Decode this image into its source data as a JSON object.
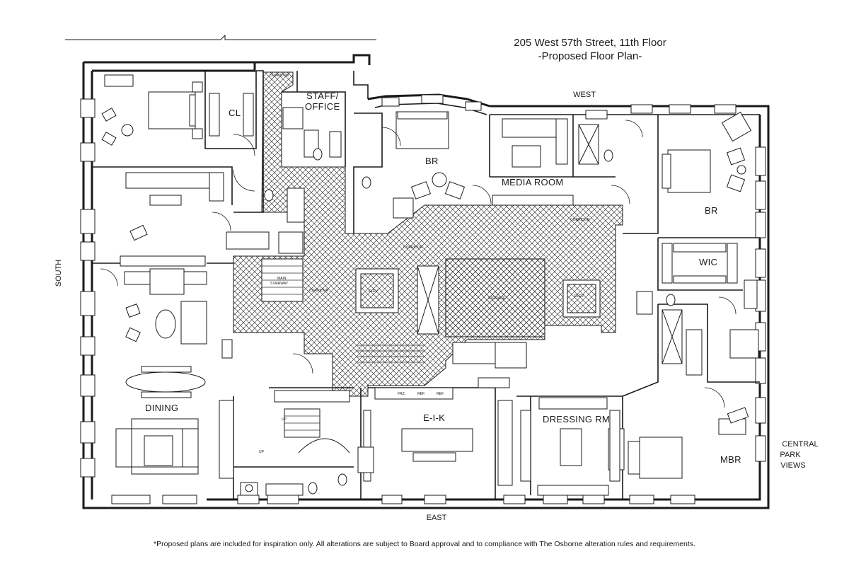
{
  "title": {
    "line1": "205 West 57th Street, 11th Floor",
    "line2": "-Proposed Floor Plan-"
  },
  "directions": {
    "west": "WEST",
    "east": "EAST",
    "south": "SOUTH",
    "views": [
      "CENTRAL",
      "PARK",
      "VIEWS"
    ]
  },
  "rooms": {
    "cl": "CL",
    "staff_office": [
      "STAFF/",
      "OFFICE"
    ],
    "br_west": "BR",
    "media_room": "MEDIA ROOM",
    "br_east": "BR",
    "wic": "WIC",
    "dining": "DINING",
    "eik": "E-I-K",
    "dressing_rm": "DRESSING RM",
    "mbr": "MBR"
  },
  "small_labels": {
    "corridor_top": "CORRIDOR",
    "corridor_center": "CORRIDOR",
    "corridor_right": "CORRIDOR",
    "corridor_left": "CORRIDOR",
    "main_stairway": [
      "MAIN",
      "STAIRWAY"
    ],
    "elev_left": "ELEV.",
    "elev_right": "ELEV.",
    "storage": "STORAGE",
    "fridge_1": "FRZ.",
    "fridge_2": "REF.",
    "fridge_3": "REF.",
    "up_1": "UP",
    "up_2": "UP"
  },
  "footnote": "*Proposed plans are included for inspiration only. All alterations are subject to Board approval and to compliance with The Osborne alteration rules and requirements."
}
